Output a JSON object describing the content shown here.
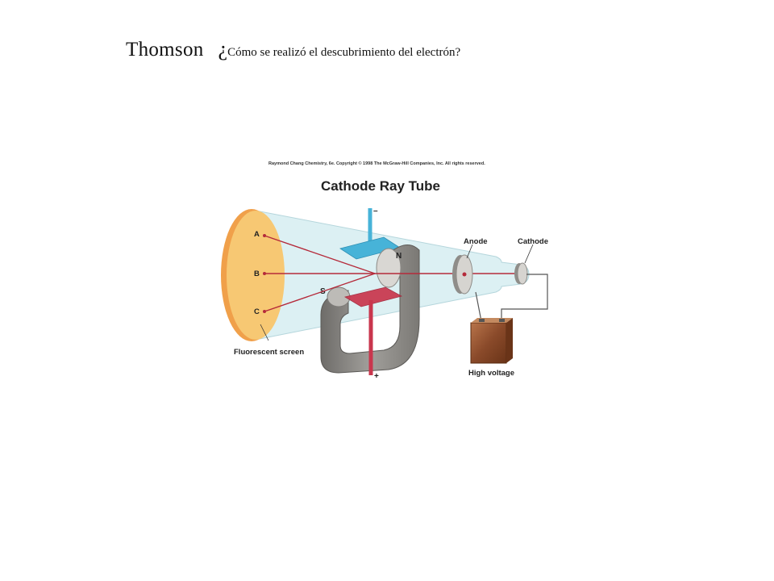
{
  "slide": {
    "title_name": "Thomson",
    "title_question_mark": "¿",
    "title_question_text": "Cómo se realizó el descubrimiento del electrón?"
  },
  "figure": {
    "credit": "Raymond Chang Chemistry, 6e. Copyright © 1998 The McGraw-Hill Companies, Inc. All rights reserved.",
    "title": "Cathode Ray Tube",
    "labels": {
      "point_a": "A",
      "point_b": "B",
      "point_c": "C",
      "minus": "–",
      "plus": "+",
      "north": "N",
      "south": "S",
      "anode": "Anode",
      "cathode": "Cathode",
      "screen": "Fluorescent screen",
      "voltage": "High voltage"
    },
    "colors": {
      "tube_glass": "#d6eef2",
      "screen": "#f7c873",
      "screen_edge": "#f0a04a",
      "beam": "#b52a3a",
      "negative_plate": "#47b3d8",
      "positive_plate": "#c9364d",
      "magnet": "#8c8a86",
      "battery": "#9a5a35"
    }
  }
}
